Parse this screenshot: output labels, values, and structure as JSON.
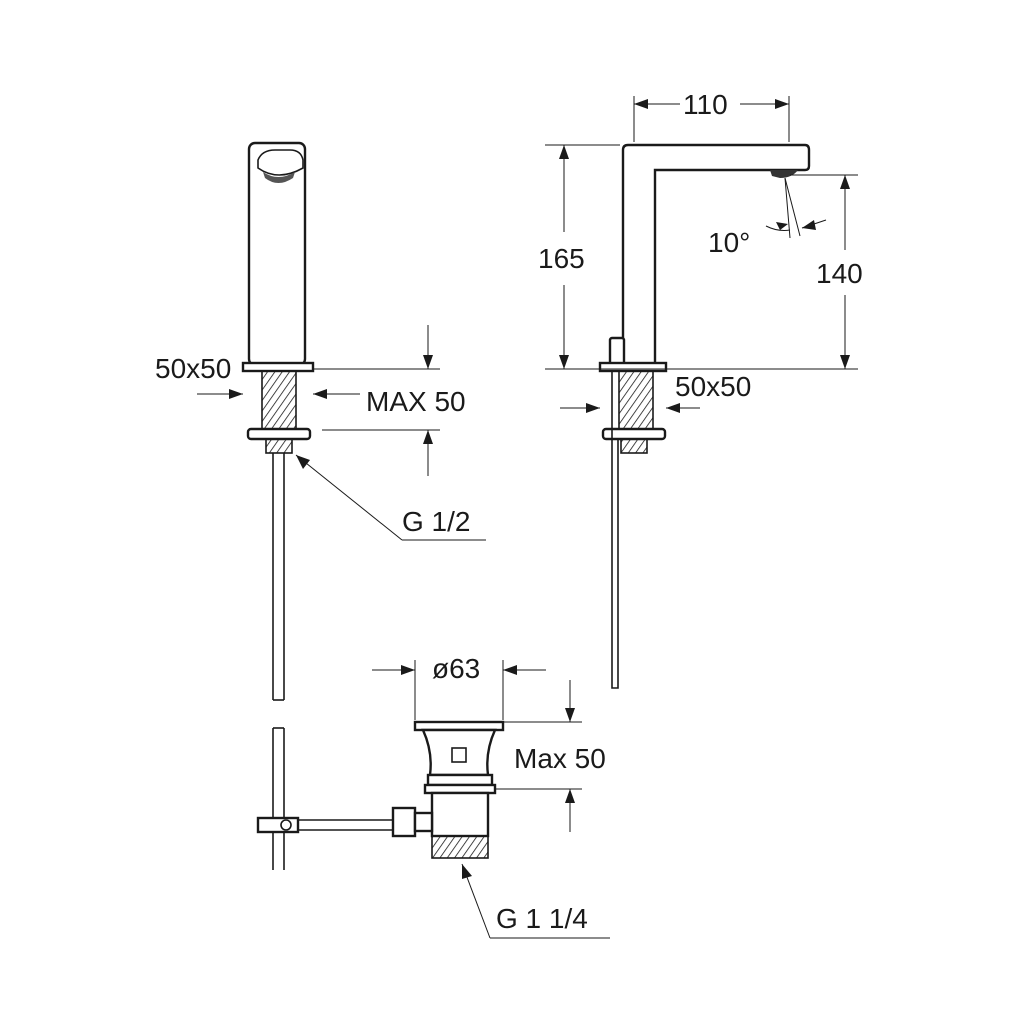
{
  "labels": {
    "front_flange": "50x50",
    "front_max": "MAX 50",
    "front_thread": "G 1/2",
    "side_width": "110",
    "side_height": "165",
    "side_spout_height": "140",
    "side_angle": "10°",
    "side_flange": "50x50",
    "waste_diameter": "ø63",
    "waste_max": "Max 50",
    "waste_thread": "G 1 1/4"
  }
}
